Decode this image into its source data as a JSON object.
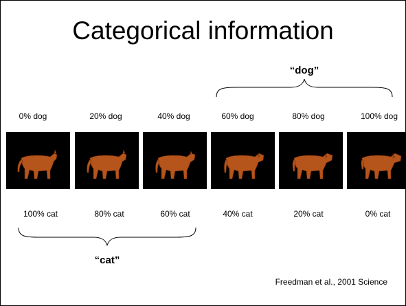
{
  "slide": {
    "title": "Categorical information",
    "dog_label": "“dog”",
    "cat_label": "“cat”",
    "dog_labels": [
      "0% dog",
      "20% dog",
      "40% dog",
      "60% dog",
      "80% dog",
      "100% dog"
    ],
    "cat_labels": [
      "100% cat",
      "80% cat",
      "60% cat",
      "40% cat",
      "20% cat",
      "0% cat"
    ],
    "citation": "Freedman et al., 2001 Science"
  }
}
